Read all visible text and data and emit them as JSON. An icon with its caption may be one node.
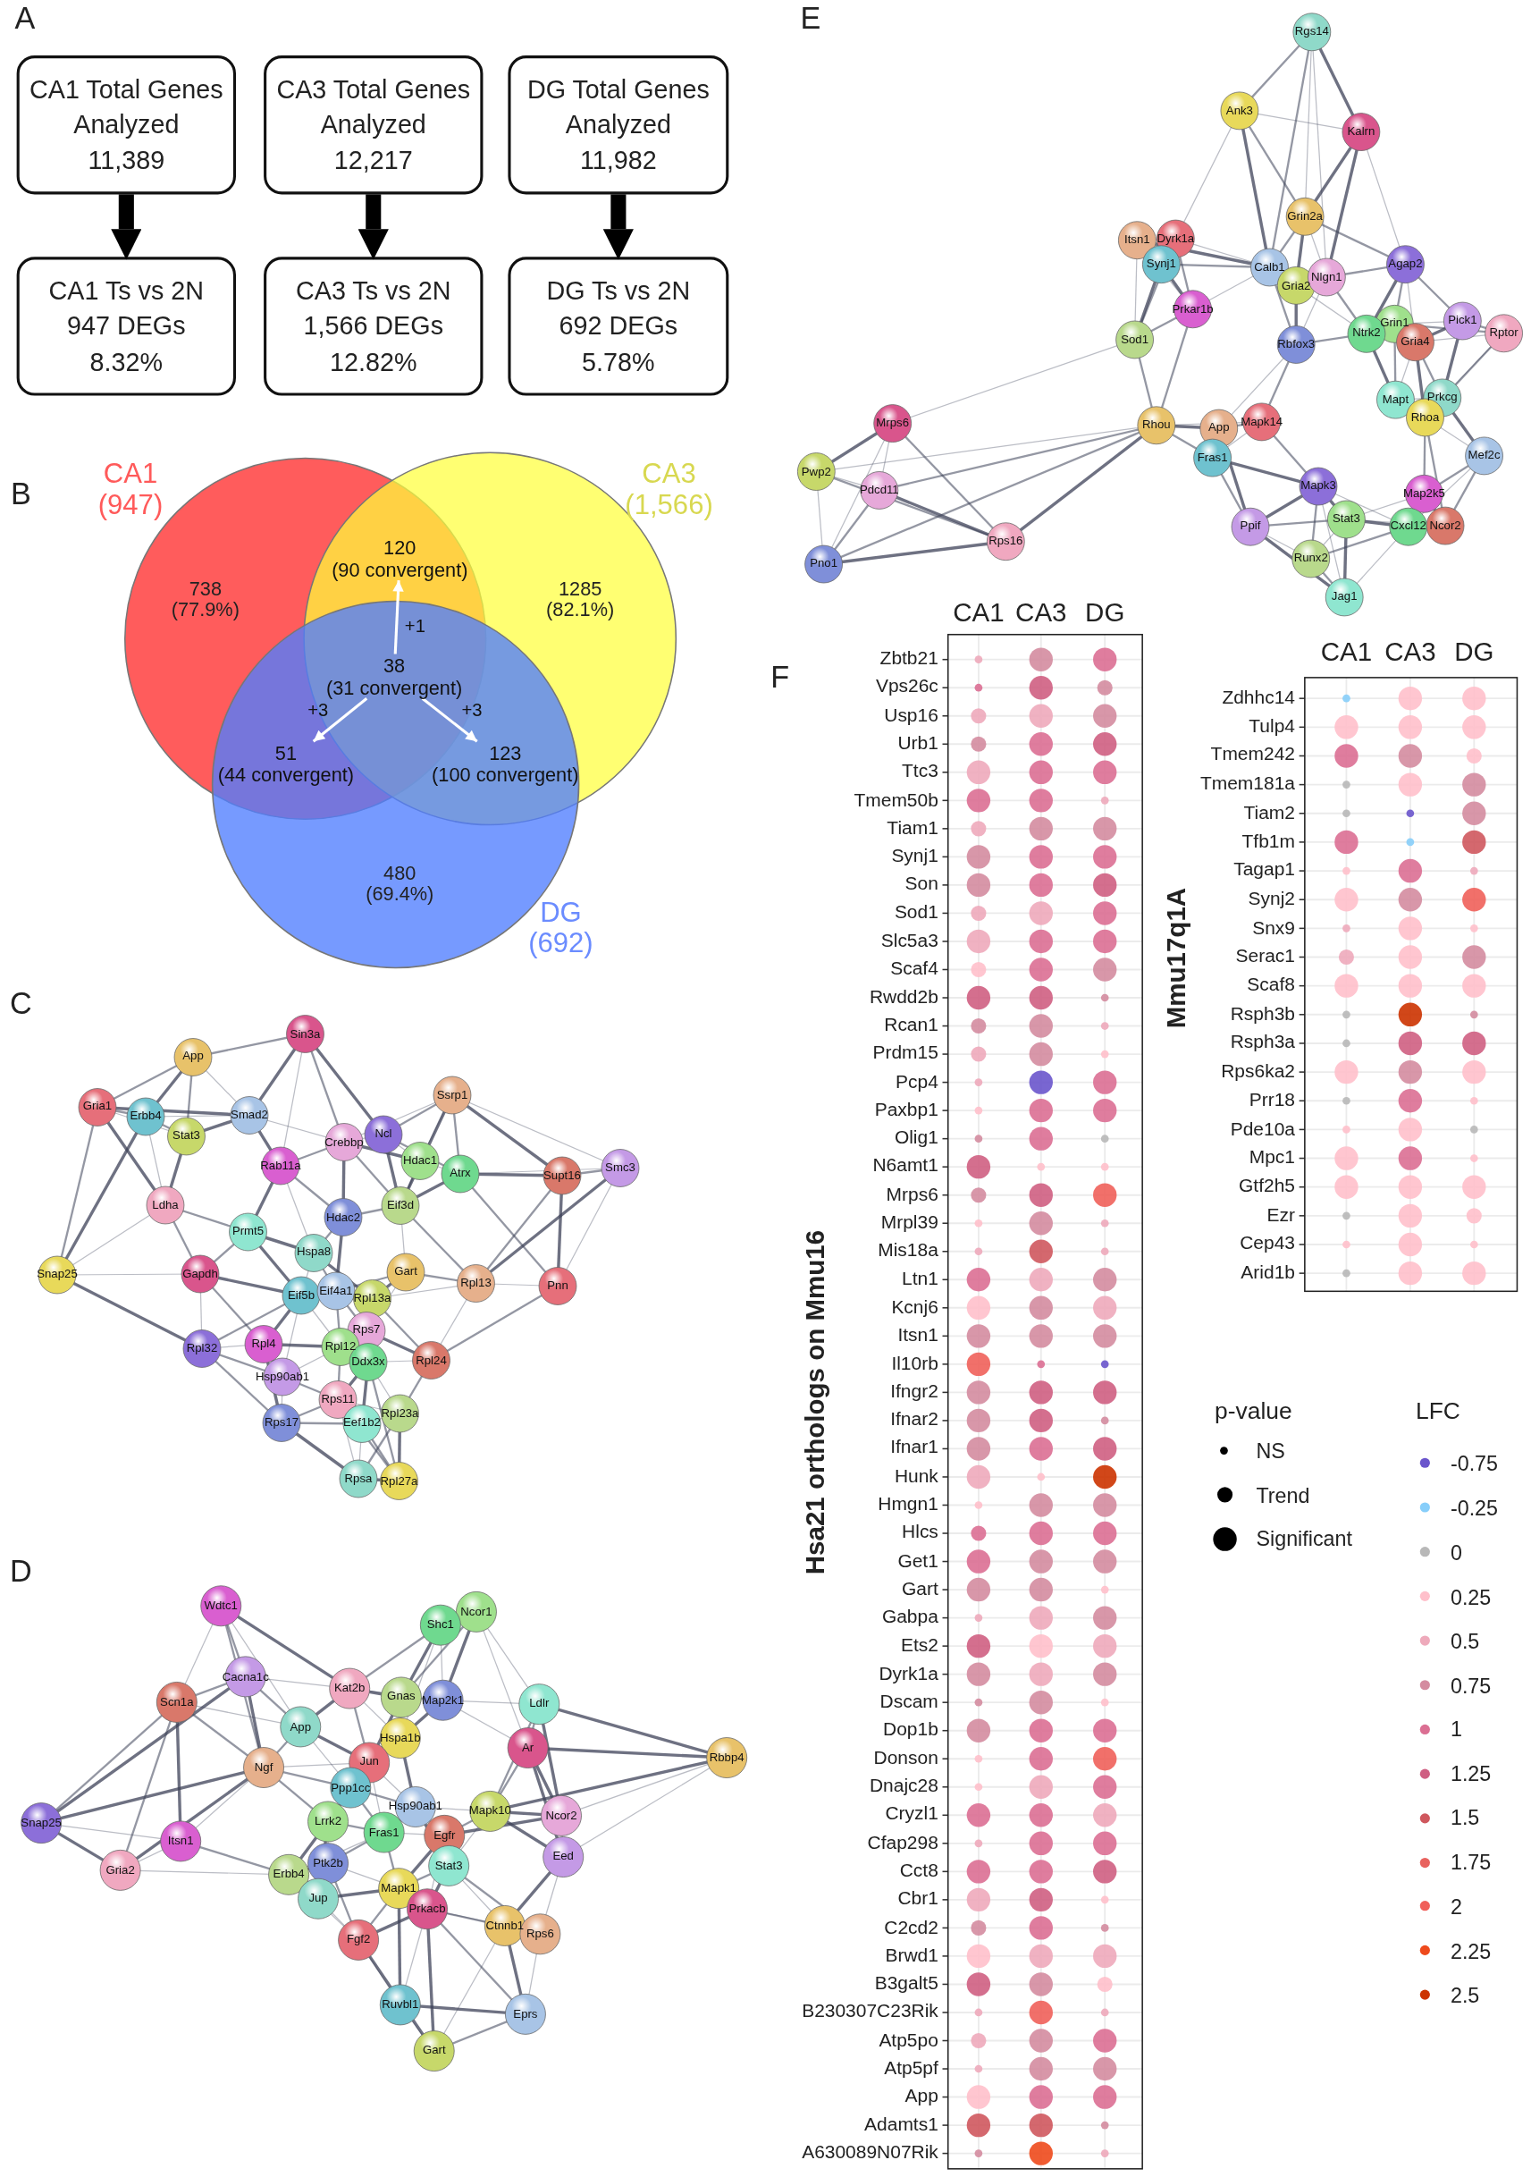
{
  "diagram": {
    "nodes": [
      {
        "text": [
          "CA1 Total Genes Analyzed",
          "11,389"
        ]
      },
      {
        "text": [
          "CA3 Total Genes Analyzed",
          "12,217"
        ]
      },
      {
        "text": [
          "DG Total Genes Analyzed",
          "11,982"
        ]
      },
      {
        "text": [
          "CA1 Ts vs 2N",
          "947 DEGs",
          "8.32%"
        ]
      },
      {
        "text": [
          "CA3 Ts vs 2N",
          "1,566 DEGs",
          "12.82%"
        ]
      },
      {
        "text": [
          "DG Ts vs 2N",
          "692 DEGs",
          "5.78%"
        ]
      },
      {
        "text": [
          "120",
          "(90 convergent)"
        ]
      },
      {
        "text": [
          "38",
          "(31 convergent)"
        ]
      },
      {
        "text": [
          "51",
          "(44 convergent)"
        ]
      },
      {
        "text": [
          "123",
          "(100 convergent)"
        ]
      }
    ],
    "edges": [
      {
        "from": 0,
        "to": 3,
        "arrow": "to",
        "style": "thick"
      },
      {
        "from": 1,
        "to": 4,
        "arrow": "to",
        "style": "thick"
      },
      {
        "from": 2,
        "to": 5,
        "arrow": "to",
        "style": "thick"
      },
      {
        "from": 7,
        "to": 6,
        "arrow": "to",
        "label": "+1",
        "color": "#ffffff"
      },
      {
        "from": 7,
        "to": 8,
        "arrow": "to",
        "label": "+3",
        "color": "#ffffff"
      },
      {
        "from": 7,
        "to": 9,
        "arrow": "to",
        "label": "+3",
        "color": "#ffffff"
      }
    ],
    "labels": [
      "A",
      "B",
      "CA1 (947)",
      "CA3 (1,566)",
      "738 (77.9%)",
      "1285 (82.1%)",
      "480 (69.4%)",
      "DG (692)",
      "C",
      "D",
      "E",
      "F",
      "CA1",
      "CA3",
      "DG",
      "Hsa21 orthologs on Mmu16",
      "Zbtb21",
      "Vps26c",
      "Usp16",
      "Urb1",
      "Ttc3",
      "Tmem50b",
      "Tiam1",
      "Synj1",
      "Son",
      "Sod1",
      "Slc5a3",
      "Scaf4",
      "Rwdd2b",
      "Rcan1",
      "Prdm15",
      "Pcp4",
      "Paxbp1",
      "Olig1",
      "N6amt1",
      "Mrps6",
      "Mrpl39",
      "Mis18a",
      "Ltn1",
      "Kcnj6",
      "Itsn1",
      "Il10rb",
      "Ifngr2",
      "Ifnar2",
      "Ifnar1",
      "Hunk",
      "Hmgn1",
      "Hlcs",
      "Get1",
      "Gart",
      "Gabpa",
      "Ets2",
      "Dyrk1a",
      "Dscam",
      "Dop1b",
      "Donson",
      "Dnajc28",
      "Cryzl1",
      "Cfap298",
      "Cct8",
      "Cbr1",
      "C2cd2",
      "Brwd1",
      "B3galt5",
      "B230307C23Rik",
      "Atp5po",
      "Atp5pf",
      "App",
      "Adamts1",
      "A630089N07Rik",
      "CA1",
      "CA3",
      "DG",
      "Mmu17q1A",
      "Zdhhc14",
      "Tulp4",
      "Tmem242",
      "Tmem181a",
      "Tiam2",
      "Tfb1m",
      "Tagap1",
      "Synj2",
      "Snx9",
      "Serac1",
      "Scaf8",
      "Rsph3b",
      "Rsph3a",
      "Rps6ka2",
      "Prr18",
      "Pde10a",
      "Mpc1",
      "Gtf2h5",
      "Ezr",
      "Cep43",
      "Arid1b",
      "p-value",
      "LFC",
      "Sin3a",
      "App",
      "Ssrp1",
      "Gria1",
      "Erbb4",
      "Smad2",
      "Stat3",
      "Crebbp",
      "Ncl",
      "Rab11a",
      "Hdac1",
      "Atrx",
      "Supt16",
      "Smc3",
      "Ldha",
      "Eif3d",
      "Hdac2",
      "Prmt5",
      "Hspa8",
      "Snap25",
      "Gapdh",
      "Gart",
      "Rpl13",
      "Pnn",
      "Eif5b",
      "Eif4a1",
      "Rpl13a",
      "Rps7",
      "Rpl32",
      "Rpl4",
      "Rpl12",
      "Ddx3x",
      "Rpl24",
      "Hsp90ab1",
      "Rps11",
      "Rpl23a",
      "Rps17",
      "Eef1b2",
      "Rpsa",
      "Rpl27a",
      "Wdtc1",
      "Ncor1",
      "Shc1",
      "Scn1a",
      "Cacna1c",
      "Kat2b",
      "Gnas",
      "Map2k1",
      "Ldlr",
      "App",
      "Hspa1b",
      "Ar",
      "Rbbp4",
      "Ngf",
      "Jun",
      "Ppp1cc",
      "Hsp90ab1",
      "Mapk10",
      "Ncor2",
      "Snap25",
      "Itsn1",
      "Lrrk2",
      "Fras1",
      "Egfr",
      "Eed",
      "Gria2",
      "Erbb4",
      "Ptk2b",
      "Stat3",
      "Jup",
      "Mapk1",
      "Prkacb",
      "Ctnnb1",
      "Rps6",
      "Fgf2",
      "Ruvbl1",
      "Eprs",
      "Gart",
      "Rgs14",
      "Ank3",
      "Kalrn",
      "Grin2a",
      "Itsn1",
      "Dyrk1a",
      "Synj1",
      "Calb1",
      "Gria2",
      "Nlgn1",
      "Agap2",
      "Prkar1b",
      "Grin1",
      "Ntrk2",
      "Gria4",
      "Pick1",
      "Rptor",
      "Sod1",
      "Rbfox3",
      "Mapt",
      "Prkcg",
      "Rhoa",
      "Mrps6",
      "Rhou",
      "App",
      "Mapk14",
      "Fras1",
      "Mef2c",
      "Pwp2",
      "Pdcd11",
      "Mapk3",
      "Map2k5",
      "Stat3",
      "Cxcl12",
      "Ncor2",
      "Ppif",
      "Rps16",
      "Runx2",
      "Pno1",
      "Jag1"
    ],
    "legend": [
      {
        "text": "NS"
      },
      {
        "text": "Trend"
      },
      {
        "text": "Significant"
      },
      {
        "text": "-0.75",
        "color": "#6a55cc"
      },
      {
        "text": "-0.25",
        "color": "#87cefa"
      },
      {
        "text": "0",
        "color": "#b8b8b8"
      },
      {
        "text": "0.25",
        "color": "#ffc0cb"
      },
      {
        "text": "0.5",
        "color": "#eeaabb"
      },
      {
        "text": "0.75",
        "color": "#d48ca0"
      },
      {
        "text": "1",
        "color": "#db6f93"
      },
      {
        "text": "1.25",
        "color": "#cf5f82"
      },
      {
        "text": "1.5",
        "color": "#cf585e"
      },
      {
        "text": "1.75",
        "color": "#e8625e"
      },
      {
        "text": "2",
        "color": "#f0605a"
      },
      {
        "text": "2.25",
        "color": "#ee4a1c"
      },
      {
        "text": "2.5",
        "color": "#cc3300"
      }
    ]
  }
}
